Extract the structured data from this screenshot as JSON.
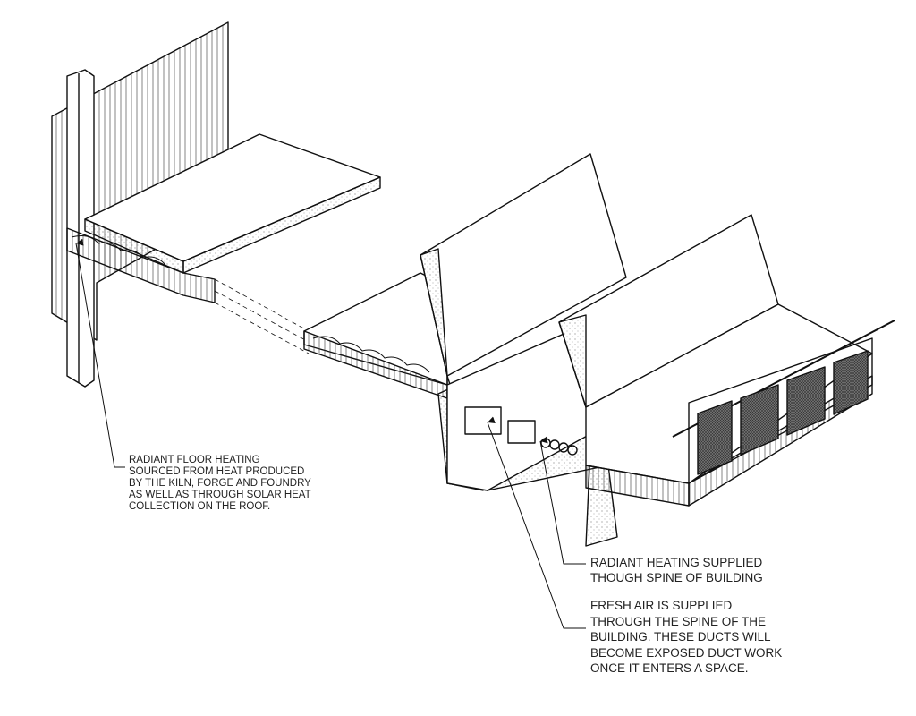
{
  "annotations": {
    "radiant_floor": [
      "RADIANT FLOOR HEATING",
      "SOURCED FROM HEAT PRODUCED",
      "BY THE KILN, FORGE AND FOUNDRY",
      "AS WELL AS THROUGH SOLAR HEAT",
      "COLLECTION ON THE ROOF."
    ],
    "radiant_spine": [
      "RADIANT HEATING SUPPLIED",
      "THOUGH SPINE OF BUILDING"
    ],
    "fresh_air": [
      "FRESH AIR IS SUPPLIED",
      "THROUGH THE SPINE OF THE",
      "BUILDING. THESE DUCTS WILL",
      "BECOME EXPOSED DUCT WORK",
      "ONCE IT ENTERS A SPACE."
    ]
  },
  "colors": {
    "line": "#111111",
    "mesh": "#555555",
    "background": "#ffffff"
  }
}
